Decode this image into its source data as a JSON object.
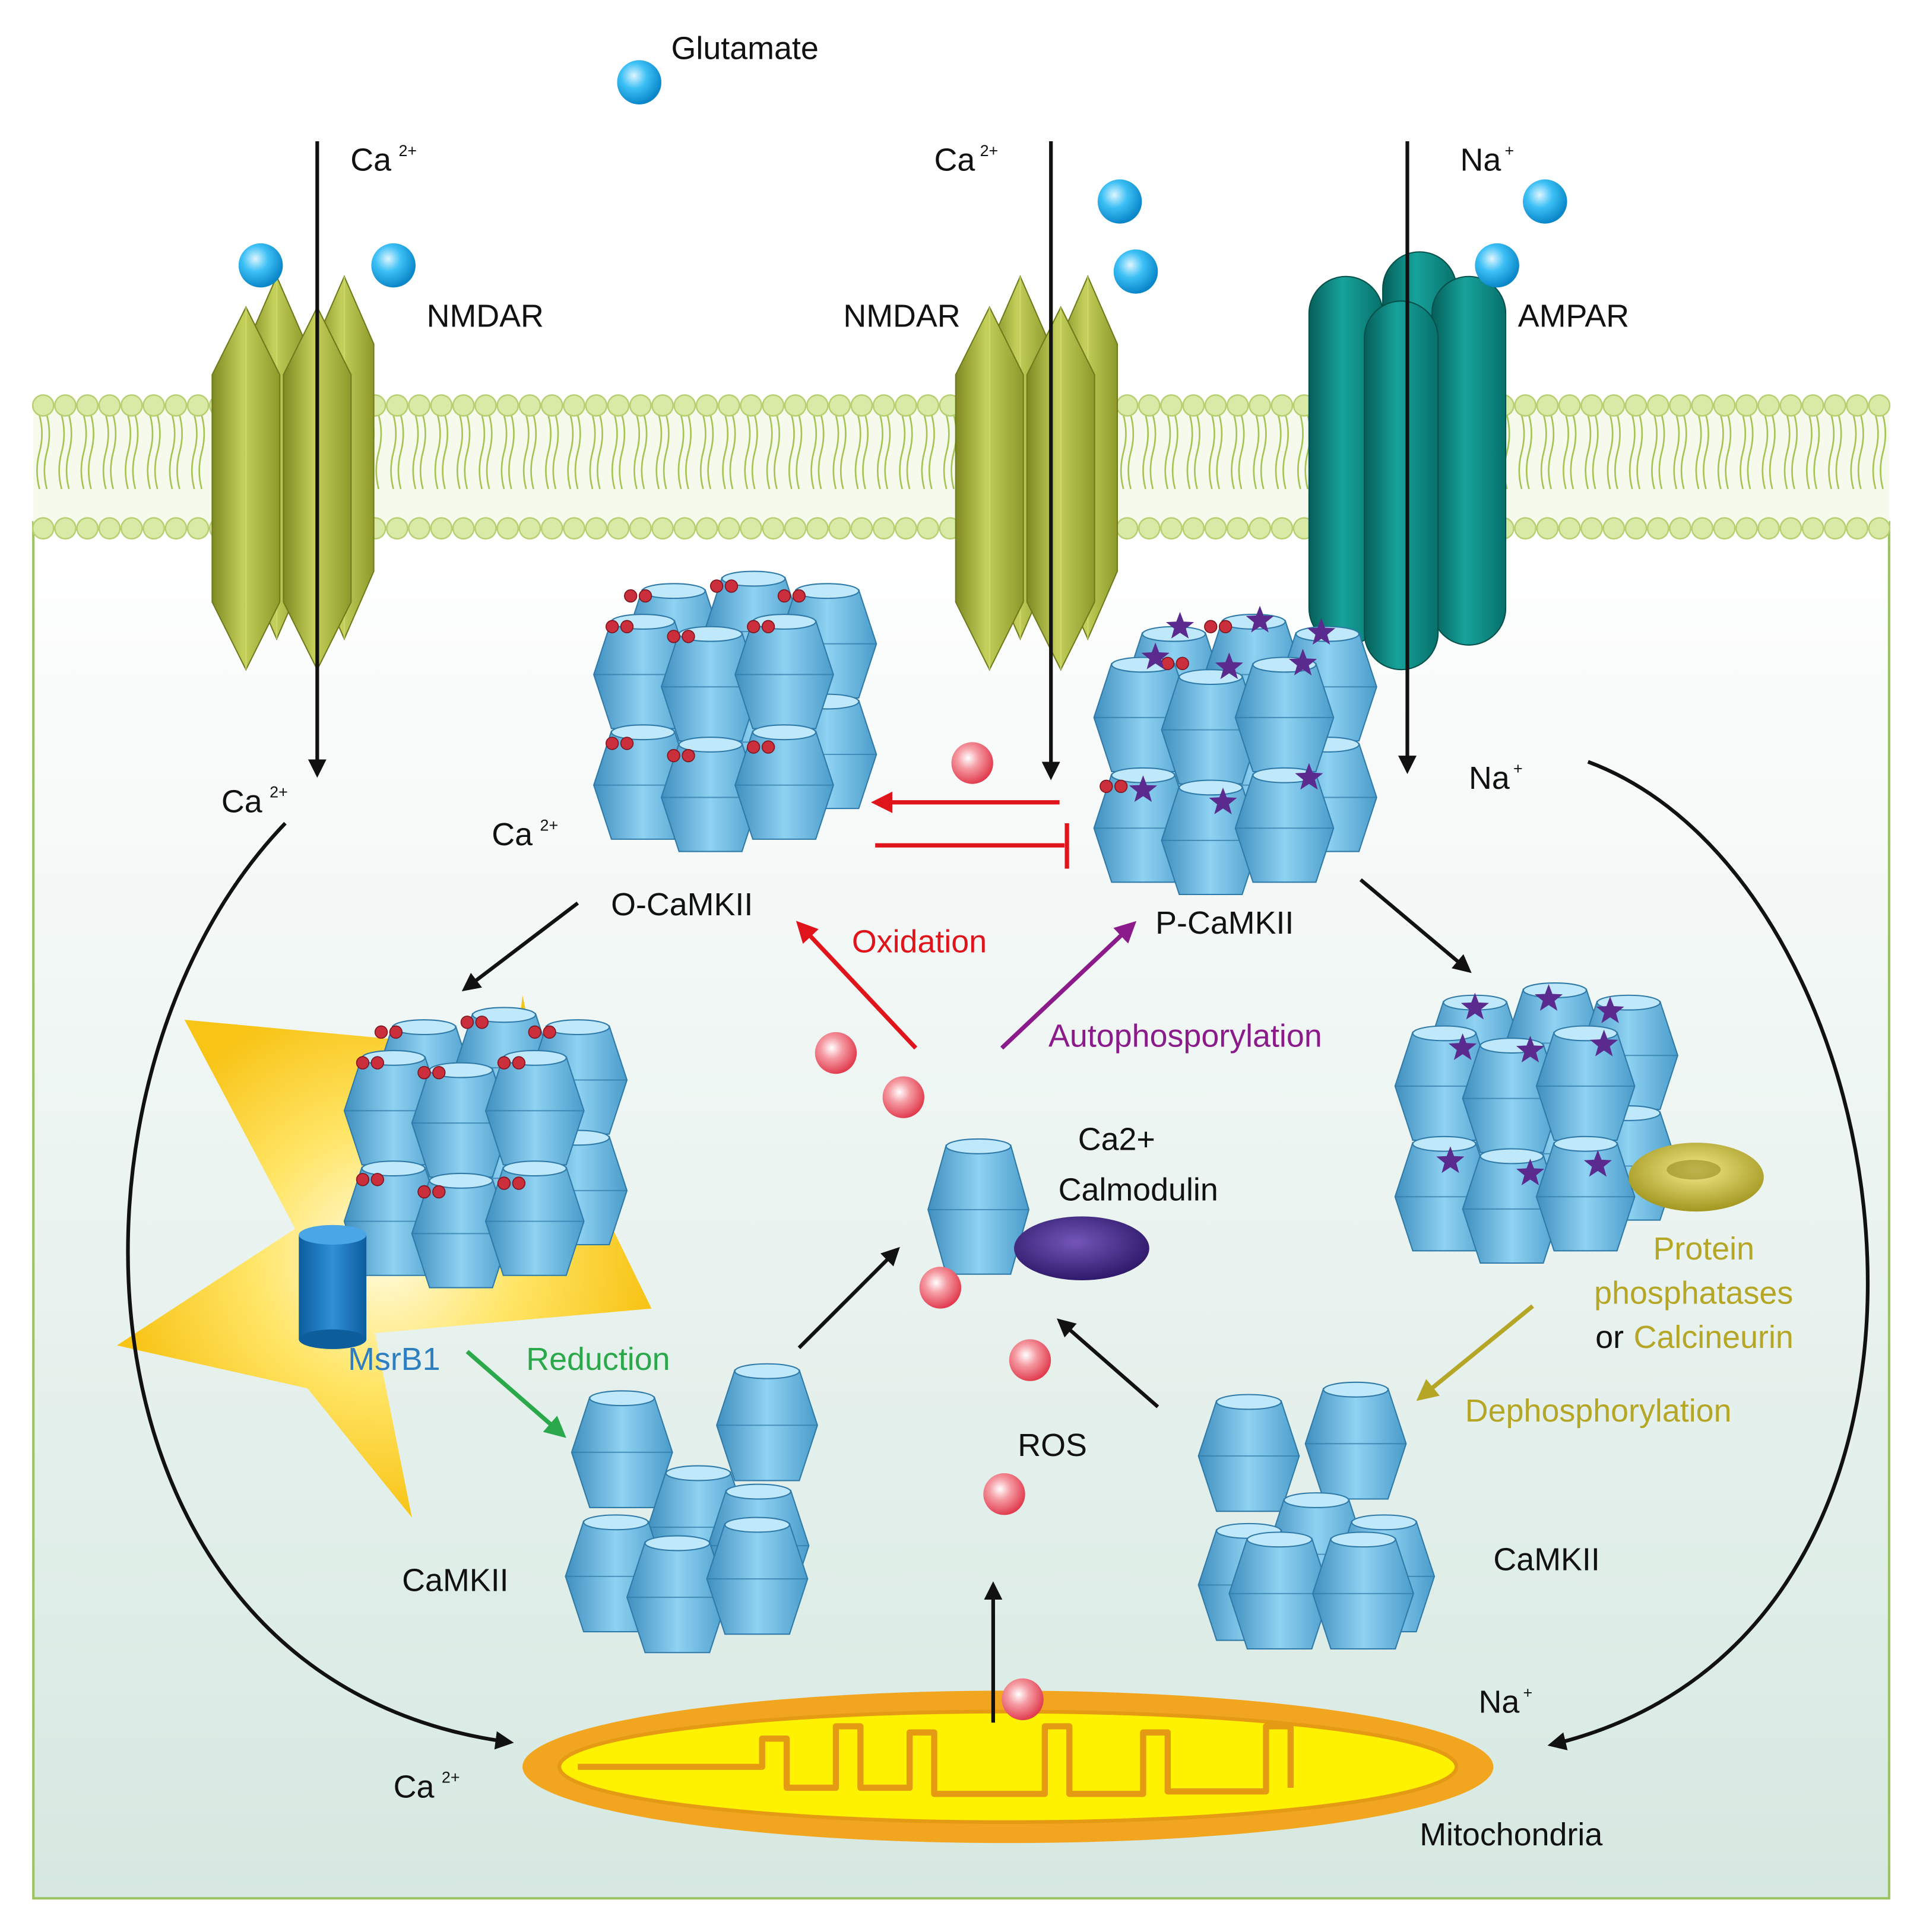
{
  "labels": {
    "glutamate": "Glutamate",
    "ca_base": "Ca",
    "ca_sup": "2+",
    "na_base": "Na",
    "na_sup": "+",
    "nmdar_left": "NMDAR",
    "nmdar_right": "NMDAR",
    "ampar": "AMPAR",
    "o_camkii": "O-CaMKII",
    "p_camkii": "P-CaMKII",
    "oxidation": "Oxidation",
    "autophosphorylation": "Autophosporylation",
    "ca2_calmodulin_line1": "Ca2+",
    "ca2_calmodulin_line2": "Calmodulin",
    "msrb1": "MsrB1",
    "reduction": "Reduction",
    "camkii_left": "CaMKII",
    "camkii_right": "CaMKII",
    "ros": "ROS",
    "protein_line1": "Protein",
    "protein_line2": "phosphatases",
    "or_word": "or",
    "calcineurin": "Calcineurin",
    "dephosphorylation": "Dephosphorylation",
    "mitochondria": "Mitochondria"
  },
  "colors": {
    "membrane_head": "#d9e9a6",
    "nmdar": "#a9b63d",
    "ampar": "#0e8c86",
    "camkii": "#5fb3e0",
    "oxidation": "#e0141b",
    "autophos": "#8b1a8b",
    "reduction": "#2ba84a",
    "msrb1_label": "#2e7fc2",
    "phosphatase": "#b5a626",
    "calmodulin": "#4a2c8c",
    "mitochondria_outer": "#f2a51f",
    "mitochondria_inner": "#fff200",
    "ros": "#e7434f",
    "glutamate": "#1fa7e8",
    "phospho_star": "#5a2a8e"
  }
}
